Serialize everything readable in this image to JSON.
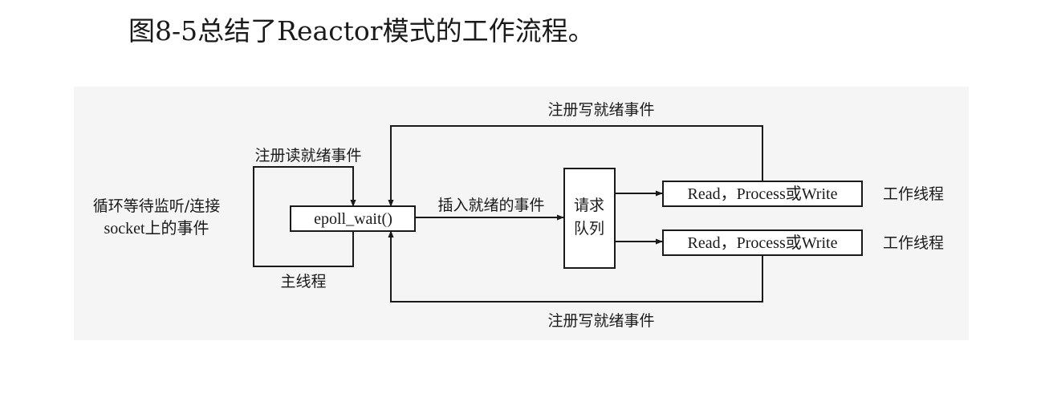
{
  "title": "图8-5总结了Reactor模式的工作流程。",
  "diagram": {
    "top_label": "注册写就绪事件",
    "bottom_label": "注册写就绪事件",
    "read_reg_label": "注册读就绪事件",
    "loop_desc_line1": "循环等待监听/连接",
    "loop_desc_line2": "socket上的事件",
    "epoll_label": "epoll_wait()",
    "main_thread_label": "主线程",
    "insert_label": "插入就绪的事件",
    "queue_line1": "请求",
    "queue_line2": "队列",
    "worker_boxes": [
      {
        "label": "Read，Process或Write",
        "thread_label": "工作线程"
      },
      {
        "label": "Read，Process或Write",
        "thread_label": "工作线程"
      }
    ]
  }
}
